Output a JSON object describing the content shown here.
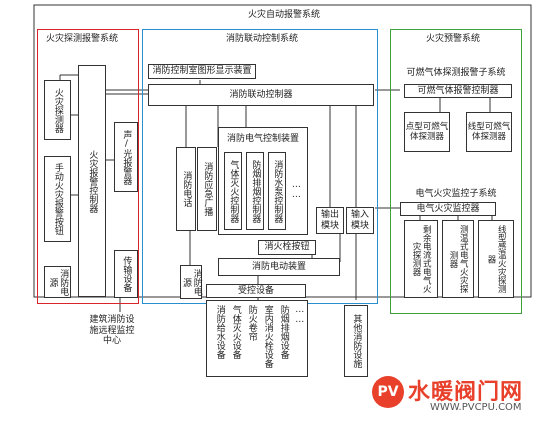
{
  "title": "火灾自动报警系统",
  "regions": {
    "detection": "火灾探测报警系统",
    "linkage": "消防联动控制系统",
    "warning": "火灾预警系统"
  },
  "detection": {
    "detector": "火灾探测器",
    "manual_button": "手动火灾报警按钮",
    "controller": "火灾报警控制器",
    "sound_light": "声/光报警器",
    "power": "消防电源",
    "transmission": "传输设备",
    "remote_center": "建筑消防设施远程监控中心"
  },
  "linkage": {
    "graphic_display": "消防控制室图形显示装置",
    "linkage_controller": "消防联动控制器",
    "phone": "消防电话",
    "broadcast": "消防应急广播",
    "electrical_control": "消防电气控制装置",
    "gas_extinguish": "气体灭火控制器",
    "smoke_control": "防烟排烟控制器",
    "fire_pump": "消防水泵控制器",
    "dots": "……",
    "hydrant_button": "消火栓按钮",
    "output_module": "输出模块",
    "input_module": "输入模块",
    "power_device": "消防电动装置",
    "power": "消防电源",
    "controlled": "受控设备",
    "other_facilities": "其他消防设施",
    "devices": [
      "消防给水设备",
      "气体灭火设备",
      "防火卷帘",
      "室内消火栓设备",
      "防烟排烟设备"
    ],
    "devices_dots": "……"
  },
  "warning": {
    "gas_system": "可燃气体探测报警子系统",
    "gas_controller": "可燃气体报警控制器",
    "point_gas": "点型可燃气体探测器",
    "line_gas": "线型可燃气体探测器",
    "elec_system": "电气火灾监控子系统",
    "elec_monitor": "电气火灾监控器",
    "residual_current": "剩余电流式电气火灾探测器",
    "temp_detector": "测温式电气火灾探测器",
    "line_temp": "线型感温火灾探测器"
  },
  "watermark": {
    "brand": "水暖阀门网",
    "url": "WWW.PVCPU.COM",
    "logo_letters": "PV"
  },
  "colors": {
    "detection_border": "#d8252a",
    "linkage_border": "#2a8fd0",
    "warning_border": "#3aa33a",
    "watermark_red": "#e8402a"
  }
}
